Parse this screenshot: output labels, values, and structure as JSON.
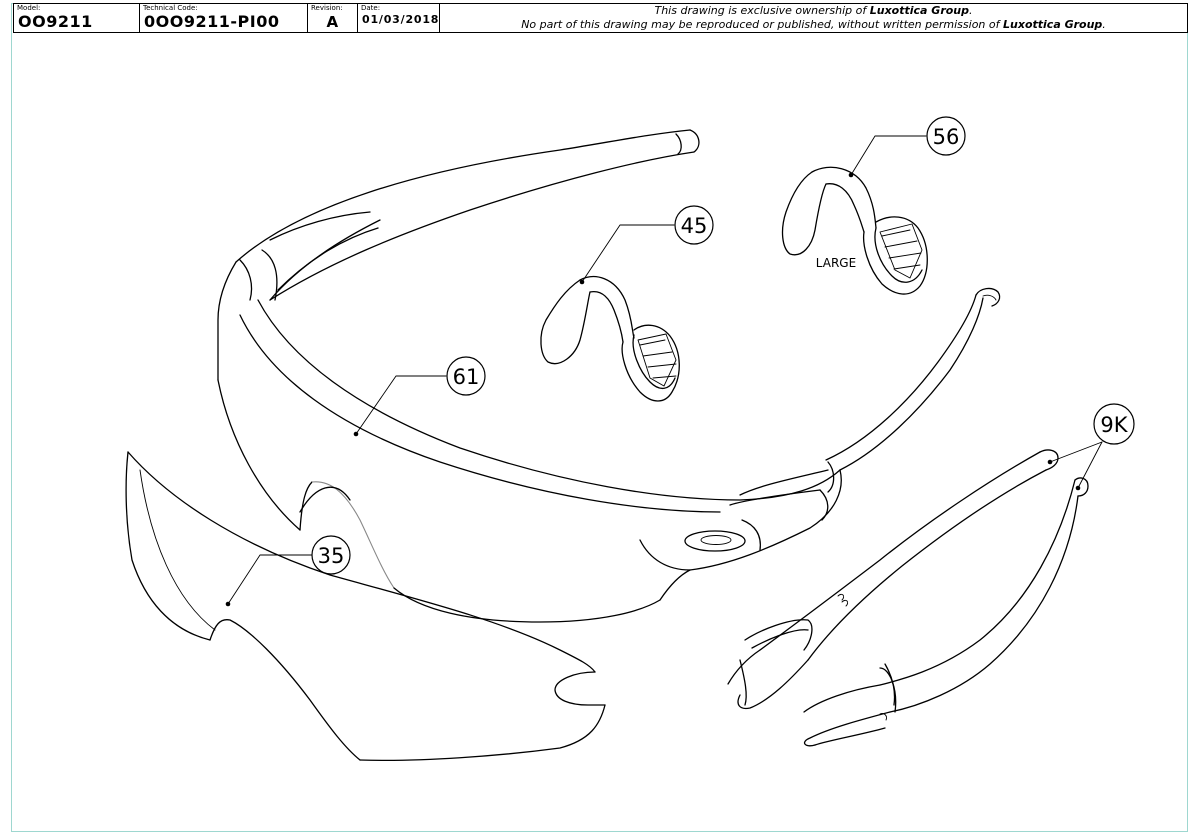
{
  "title_block": {
    "model_label": "Model:",
    "model_value": "OO9211",
    "technical_code_label": "Technical Code:",
    "technical_code_value": "0OO9211-PI00",
    "revision_label": "Revision:",
    "revision_value": "A",
    "date_label": "Date:",
    "date_value": "01/03/2018",
    "notice_line1_pre": "This drawing is exclusive ownership of ",
    "notice_line1_bold": "Luxottica Group",
    "notice_line1_post": ".",
    "notice_line2_pre": "No part of this drawing may be reproduced or published, without written permission of ",
    "notice_line2_bold": "Luxottica Group",
    "notice_line2_post": "."
  },
  "callouts": [
    {
      "id": "61",
      "label": "61",
      "part": "frame"
    },
    {
      "id": "45",
      "label": "45",
      "part": "nose-pad"
    },
    {
      "id": "56",
      "label": "56",
      "part": "nose-pad-large"
    },
    {
      "id": "9K",
      "label": "9K",
      "part": "temple-tips"
    },
    {
      "id": "35",
      "label": "35",
      "part": "lens"
    }
  ],
  "notes": {
    "large_label": "LARGE"
  }
}
